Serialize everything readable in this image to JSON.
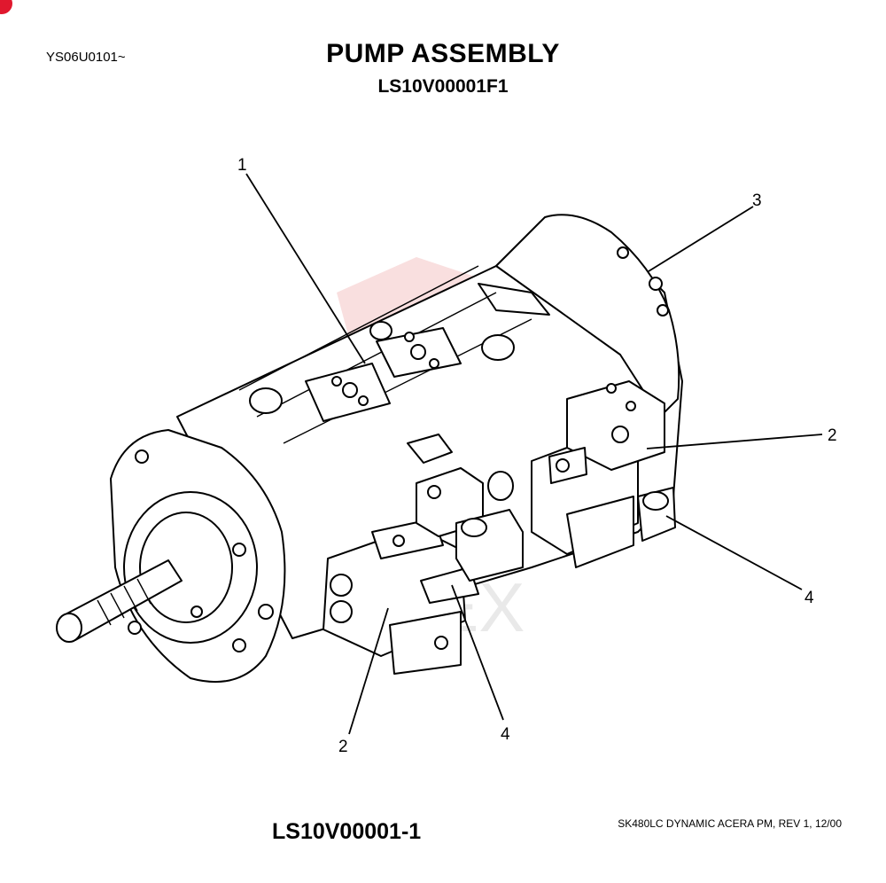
{
  "header": {
    "serial_range": "YS06U0101~",
    "title": "PUMP ASSEMBLY",
    "part_number": "LS10V00001F1"
  },
  "callouts": [
    {
      "label": "1"
    },
    {
      "label": "3"
    },
    {
      "label": "2"
    },
    {
      "label": "4"
    },
    {
      "label": "2"
    },
    {
      "label": "4"
    }
  ],
  "watermark": {
    "text": "HEX",
    "color": "#f2b8b8"
  },
  "footer": {
    "figure_code": "LS10V00001-1",
    "document_ref": "SK480LC DYNAMIC ACERA PM, REV 1, 12/00"
  },
  "colors": {
    "accent": "#e0182e",
    "line": "#000000",
    "background": "#ffffff"
  }
}
